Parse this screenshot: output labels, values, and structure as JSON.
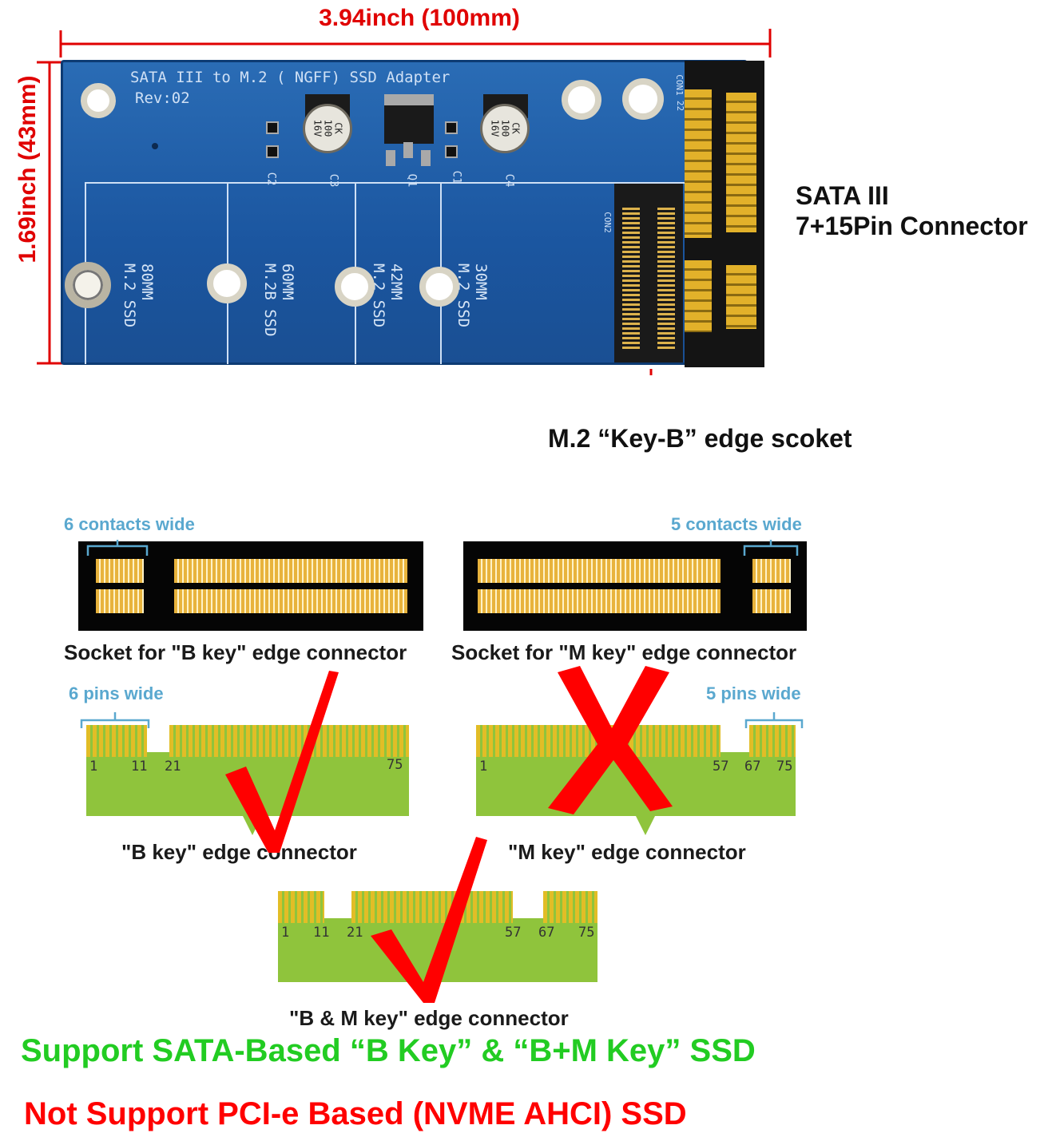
{
  "dimensions": {
    "width_label": "3.94inch (100mm)",
    "height_label": "1.69inch (43mm)"
  },
  "pcb": {
    "title": "SATA III to M.2 ( NGFF) SSD Adapter",
    "revision": "Rev:02",
    "silk": {
      "c2": "C2",
      "c3": "C3",
      "q1": "Q1",
      "c1": "C1",
      "c4": "C4",
      "con1": "CON1",
      "con2": "CON2",
      "pin22": "22",
      "cap_text": "CK\n100\n16V"
    },
    "zones": [
      {
        "label": "80MM\nM.2 SSD"
      },
      {
        "label": "60MM\nM.2B SSD"
      },
      {
        "label": "42MM\nM.2 SSD"
      },
      {
        "label": "30MM\nM.2 SSD"
      }
    ]
  },
  "callouts": {
    "sata_line1": "SATA III",
    "sata_line2": "7+15Pin Connector",
    "m2_socket": "M.2 “Key-B” edge scoket"
  },
  "keys": {
    "b_socket_width": "6 contacts wide",
    "m_socket_width": "5 contacts wide",
    "b_socket_label": "Socket for \"B key\" edge connector",
    "m_socket_label": "Socket for \"M key\" edge connector",
    "b_pins_width": "6 pins wide",
    "m_pins_width": "5 pins wide",
    "b_card_label": "\"B key\" edge connector",
    "m_card_label": "\"M key\" edge connector",
    "bm_card_label": "\"B & M key\" edge connector",
    "b_pin_numbers": [
      "1",
      "11",
      "21",
      "75"
    ],
    "m_pin_numbers": [
      "1",
      "57",
      "67",
      "75"
    ],
    "bm_pin_numbers": [
      "1",
      "11",
      "21",
      "57",
      "67",
      "75"
    ]
  },
  "support": {
    "supported": "Support SATA-Based “B Key” & “B+M Key” SSD",
    "not_supported": "Not Support PCI-e Based (NVME  AHCI) SSD"
  },
  "colors": {
    "dimension_red": "#e00000",
    "pcb_blue": "#1f5fa6",
    "gold": "#e2b12a",
    "card_green": "#8fc43c",
    "support_green": "#22cc22",
    "not_support_red": "#ff0000",
    "label_blue": "#5aa8cf"
  }
}
